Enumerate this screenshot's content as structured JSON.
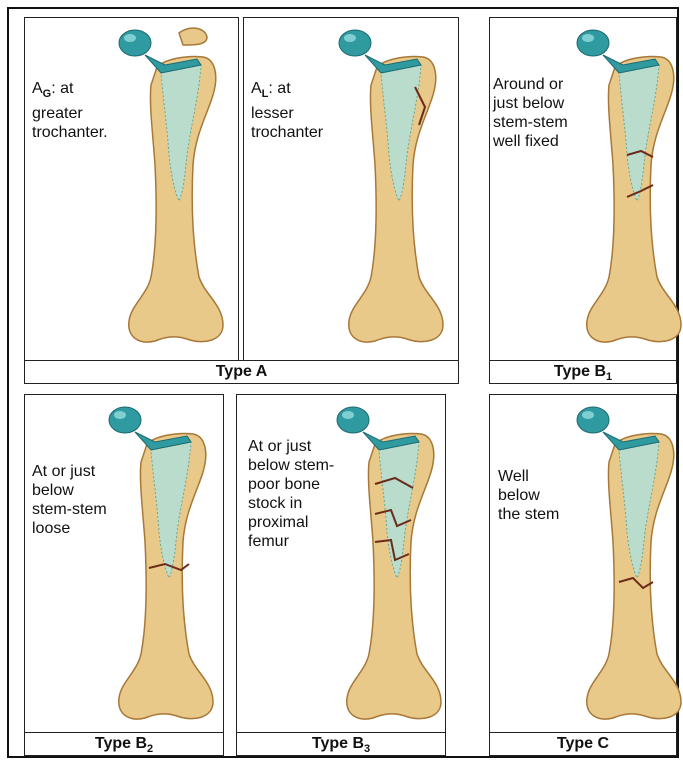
{
  "panels": [
    {
      "id": "A_G",
      "label_main": "A",
      "label_sub": "G",
      "label_rest": ": at\ngreater\ntrochanter."
    },
    {
      "id": "A_L",
      "label_main": "A",
      "label_sub": "L",
      "label_rest": ": at\nlesser\ntrochanter"
    },
    {
      "id": "B1",
      "label": "Around or\njust below\nstem-stem\nwell fixed"
    },
    {
      "id": "B2",
      "label": "At or just\nbelow\nstem-stem\n loose"
    },
    {
      "id": "B3",
      "label": "At or just\nbelow stem-\npoor bone\nstock in\nproximal\nfemur"
    },
    {
      "id": "C",
      "label": "Well\nbelow\nthe stem"
    }
  ],
  "captions": {
    "type_a": "Type A",
    "type_b1_main": "Type B",
    "type_b1_sub": "1",
    "type_b2_main": "Type B",
    "type_b2_sub": "2",
    "type_b3_main": "Type B",
    "type_b3_sub": "3",
    "type_c": "Type C"
  },
  "colors": {
    "bone": "#e8c98a",
    "bone_edge": "#a87838",
    "implant_head": "#2f9aa0",
    "stem_fill": "#b9dccd",
    "fracture": "#6b2a1a"
  }
}
